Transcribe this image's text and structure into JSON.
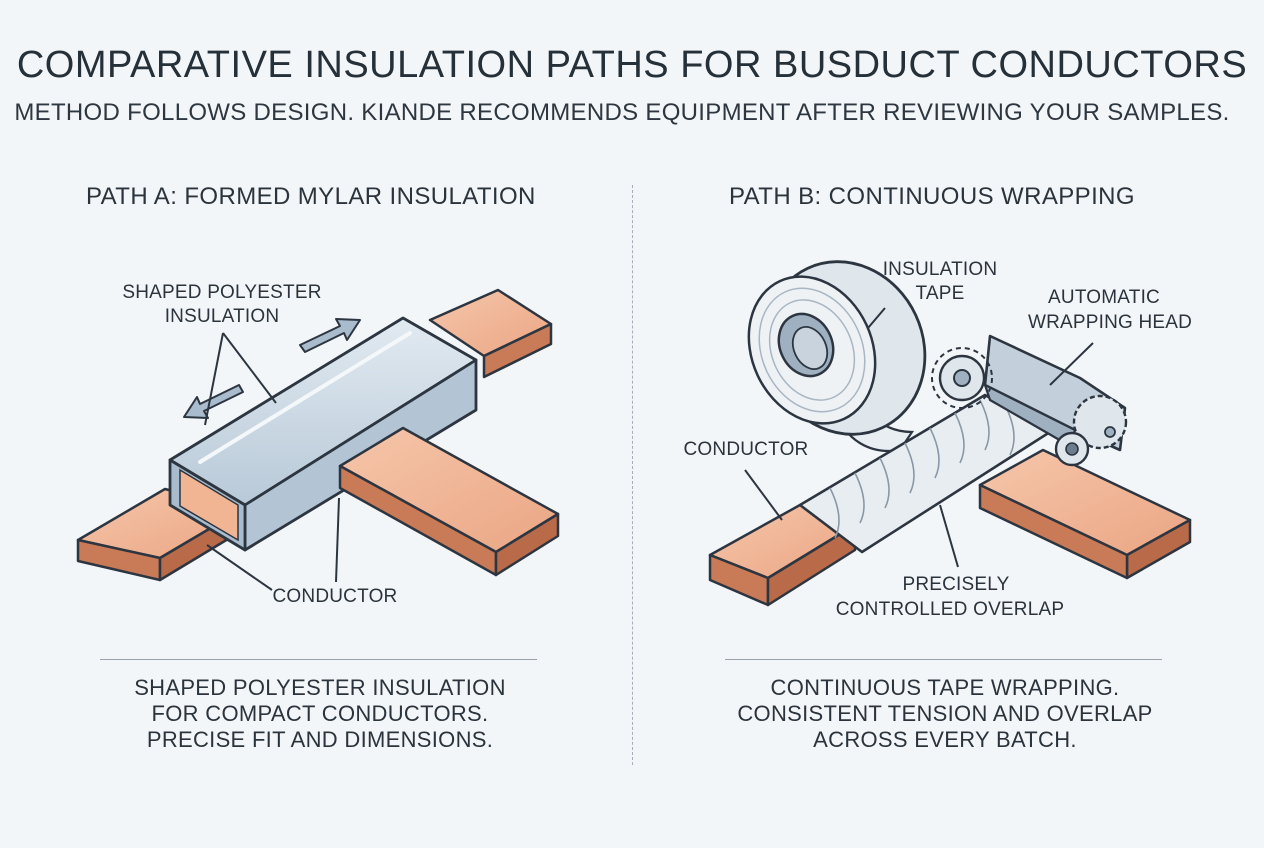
{
  "title": "COMPARATIVE INSULATION PATHS FOR BUSDUCT CONDUCTORS",
  "subtitle": "METHOD FOLLOWS DESIGN. KIANDE RECOMMENDS EQUIPMENT AFTER REVIEWING YOUR SAMPLES.",
  "path_a": {
    "heading": "PATH A: FORMED MYLAR INSULATION",
    "label_insulation": [
      "SHAPED POLYESTER",
      "INSULATION"
    ],
    "label_conductor": "CONDUCTOR",
    "summary": [
      "SHAPED POLYESTER INSULATION",
      "FOR COMPACT CONDUCTORS.",
      "PRECISE FIT AND DIMENSIONS."
    ]
  },
  "path_b": {
    "heading": "PATH B: CONTINUOUS WRAPPING",
    "label_tape": [
      "INSULATION",
      "TAPE"
    ],
    "label_head": [
      "AUTOMATIC",
      "WRAPPING HEAD"
    ],
    "label_conductor": "CONDUCTOR",
    "label_overlap": [
      "PRECISELY",
      "CONTROLLED OVERLAP"
    ],
    "summary": [
      "CONTINUOUS TAPE WRAPPING.",
      "CONSISTENT TENSION AND OVERLAP",
      "ACROSS EVERY BATCH."
    ]
  },
  "colors": {
    "copper_top": "#f2b99a",
    "copper_side": "#c97a57",
    "insulation": "#c9d7e3",
    "outline": "#2c3540",
    "background": "#f3f6f8"
  }
}
